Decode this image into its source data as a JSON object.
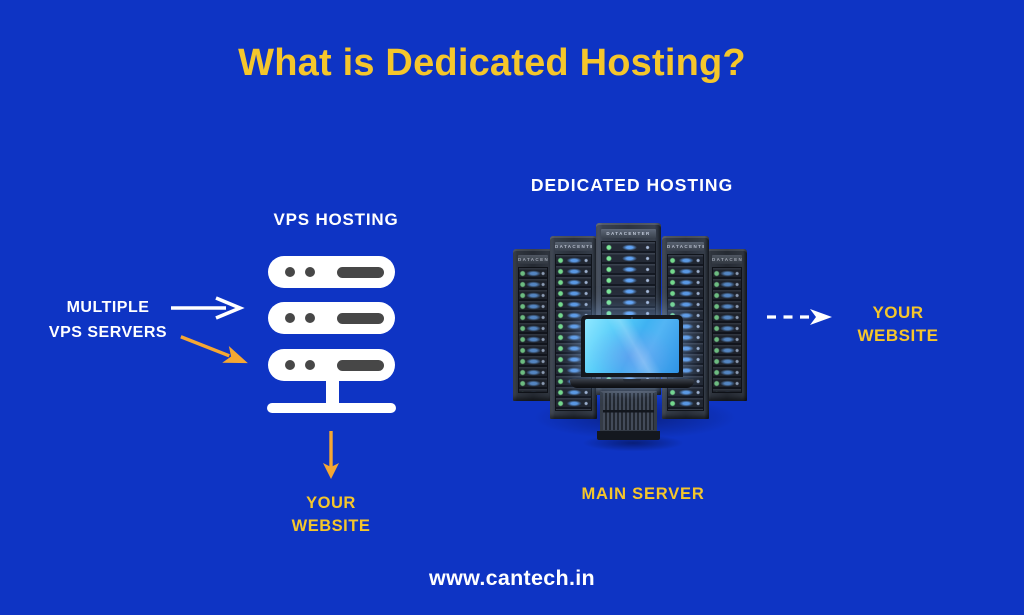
{
  "title": "What is Dedicated Hosting?",
  "vps": {
    "heading": "VPS HOSTING",
    "source": {
      "line1": "MULTIPLE",
      "line2": "VPS SERVERS"
    },
    "result": {
      "line1": "YOUR",
      "line2": "WEBSITE"
    }
  },
  "dedicated": {
    "heading": "DEDICATED HOSTING",
    "rack_label": "DATACENTER",
    "main_server": "MAIN SERVER",
    "result": {
      "line1": "YOUR",
      "line2": "WEBSITE"
    }
  },
  "footer": {
    "site": "www.cantech.in"
  },
  "colors": {
    "background": "#0e34c4",
    "accent_yellow": "#f5c62b",
    "accent_orange": "#f5a733",
    "text_white": "#ffffff",
    "server_detail_gray": "#474747",
    "laptop_screen_blue": "#3fb2f2"
  },
  "icons": {
    "server-stack-icon": "three white rounded server bars with two dots, a slot and a stand",
    "arrow-right-icon": "→",
    "arrow-down-right-icon": "↘",
    "arrow-down-icon": "↓",
    "dashed-arrow-right-icon": "⇢",
    "server-rack-icon": "five datacenter rack towers with green and blue LEDs",
    "laptop-icon": "laptop with glowing blue screen"
  }
}
